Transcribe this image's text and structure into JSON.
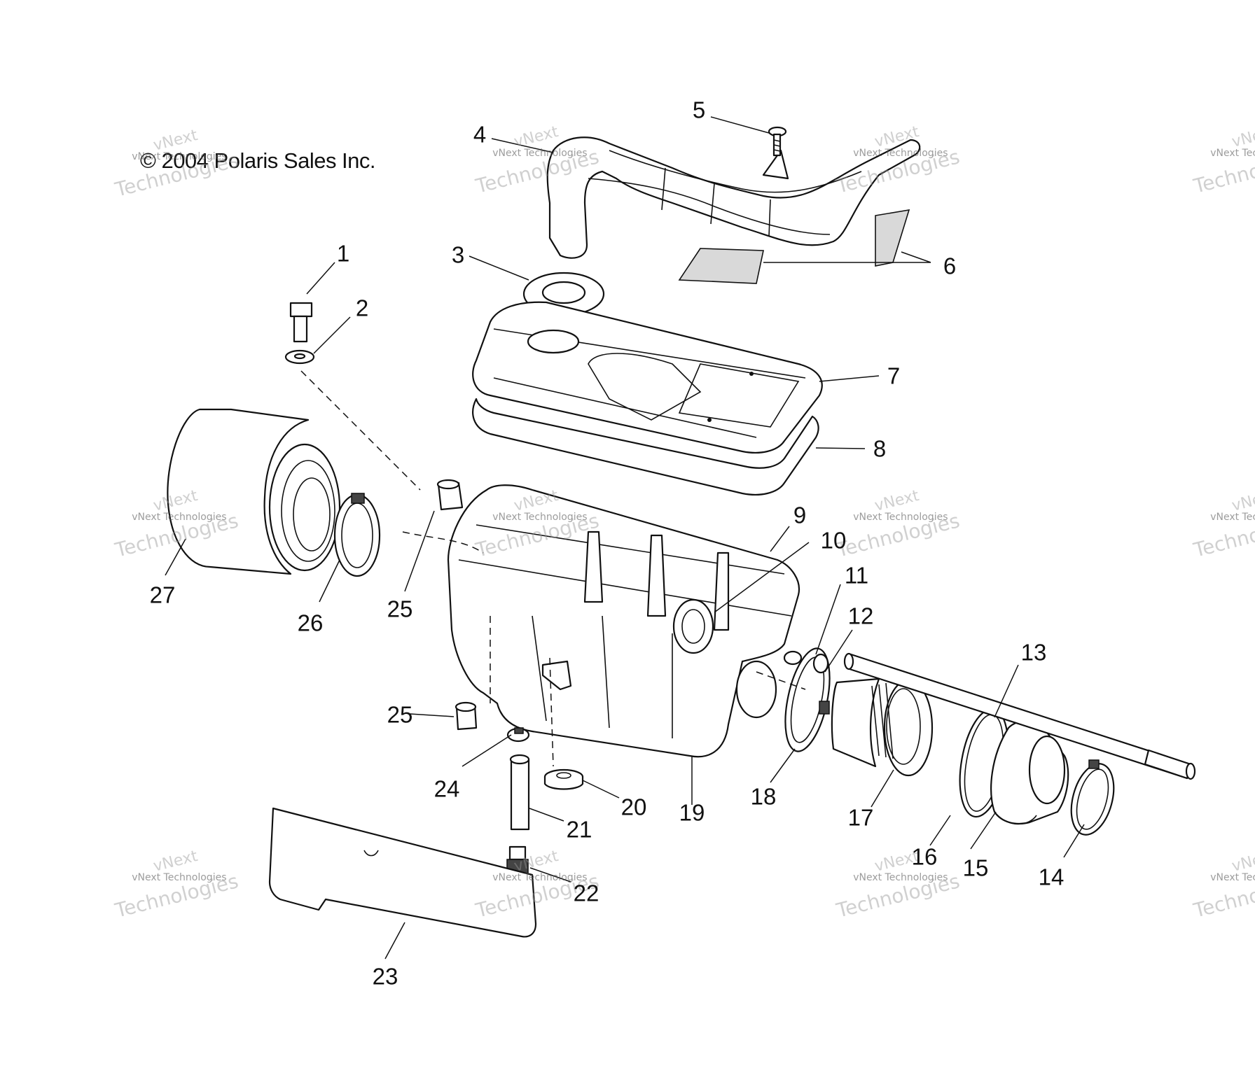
{
  "copyright": "© 2004 Polaris Sales Inc.",
  "watermark": {
    "brand_line": "vNext",
    "small_line": "vNext Technologies",
    "big_line": "Technologies"
  },
  "callouts": [
    "1",
    "2",
    "3",
    "4",
    "5",
    "6",
    "7",
    "8",
    "9",
    "10",
    "11",
    "12",
    "13",
    "14",
    "15",
    "16",
    "17",
    "18",
    "19",
    "20",
    "21",
    "22",
    "23",
    "24",
    "25",
    "25",
    "26",
    "27"
  ]
}
